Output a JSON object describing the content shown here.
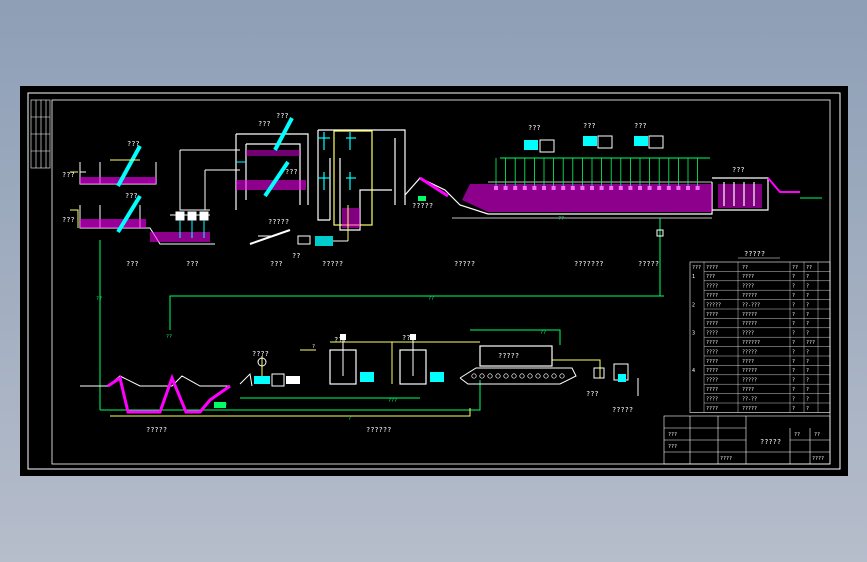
{
  "drawing": {
    "labels": {
      "screen_top_a": "???",
      "screen_top_b": "???",
      "screen_bottom": "???",
      "grit_left": "???",
      "pump_small": "???",
      "chamber_top": "???",
      "chamber_mid": "???",
      "blower_a": "???",
      "blower_b": "???",
      "blower_c": "???",
      "clarifier_top": "???",
      "chem_a": "?????",
      "chem_b": "??",
      "inlet_small": "?????",
      "sludge_tank_left": "????",
      "sludge_tank_a": "???",
      "sludge_tank_b": "???",
      "press_label": "?????",
      "pump_right": "???",
      "cake_label": "?????"
    },
    "captions": {
      "c1": "???",
      "c2": "???",
      "c3": "???",
      "c4": "?????",
      "c5": "?????",
      "c6": "???????",
      "c7": "?????",
      "c8": "?????",
      "c9": "??????"
    },
    "flow_labels": {
      "main_return": "??",
      "sludge_down": "??",
      "left_up": "??",
      "bottom_return": "?",
      "under_tank": "???",
      "top_gas": "??",
      "small_q": "?",
      "valve_q": "?",
      "pit_label": "??"
    },
    "table": {
      "title": "?????",
      "header": [
        "???",
        "????",
        "??",
        "??",
        "??"
      ],
      "rows": [
        {
          "no": "1",
          "name": "???",
          "spec": "????",
          "unit": "?",
          "qty": "?"
        },
        {
          "no": "",
          "name": "????",
          "spec": "????",
          "unit": "?",
          "qty": "?"
        },
        {
          "no": "",
          "name": "????",
          "spec": "?????",
          "unit": "?",
          "qty": "?"
        },
        {
          "no": "2",
          "name": "?????",
          "spec": "??-???",
          "unit": "?",
          "qty": "?"
        },
        {
          "no": "",
          "name": "????",
          "spec": "?????",
          "unit": "?",
          "qty": "?"
        },
        {
          "no": "",
          "name": "????",
          "spec": "?????",
          "unit": "?",
          "qty": "?"
        },
        {
          "no": "3",
          "name": "????",
          "spec": "????",
          "unit": "?",
          "qty": "?"
        },
        {
          "no": "",
          "name": "????",
          "spec": "??????",
          "unit": "?",
          "qty": "???"
        },
        {
          "no": "",
          "name": "????",
          "spec": "?????",
          "unit": "?",
          "qty": "?"
        },
        {
          "no": "",
          "name": "????",
          "spec": "????",
          "unit": "?",
          "qty": "?"
        },
        {
          "no": "4",
          "name": "????",
          "spec": "?????",
          "unit": "?",
          "qty": "?"
        },
        {
          "no": "",
          "name": "????",
          "spec": "?????",
          "unit": "?",
          "qty": "?"
        },
        {
          "no": "",
          "name": "????",
          "spec": "????",
          "unit": "?",
          "qty": "?"
        },
        {
          "no": "",
          "name": "????",
          "spec": "??-??",
          "unit": "?",
          "qty": "?"
        },
        {
          "no": "",
          "name": "????",
          "spec": "?????",
          "unit": "?",
          "qty": "?"
        }
      ]
    },
    "title_block": {
      "name": "?????",
      "scale": "??",
      "sheet": "??",
      "drawn": "???",
      "checked": "???",
      "date": "????",
      "code": "????"
    }
  },
  "colors": {
    "background": "#000000",
    "frame": "#ffffff",
    "water": "#ff00ff",
    "pipe": "#ffff66",
    "green": "#00ff66",
    "cyan": "#00ffff",
    "equipment": "#ffffff"
  }
}
